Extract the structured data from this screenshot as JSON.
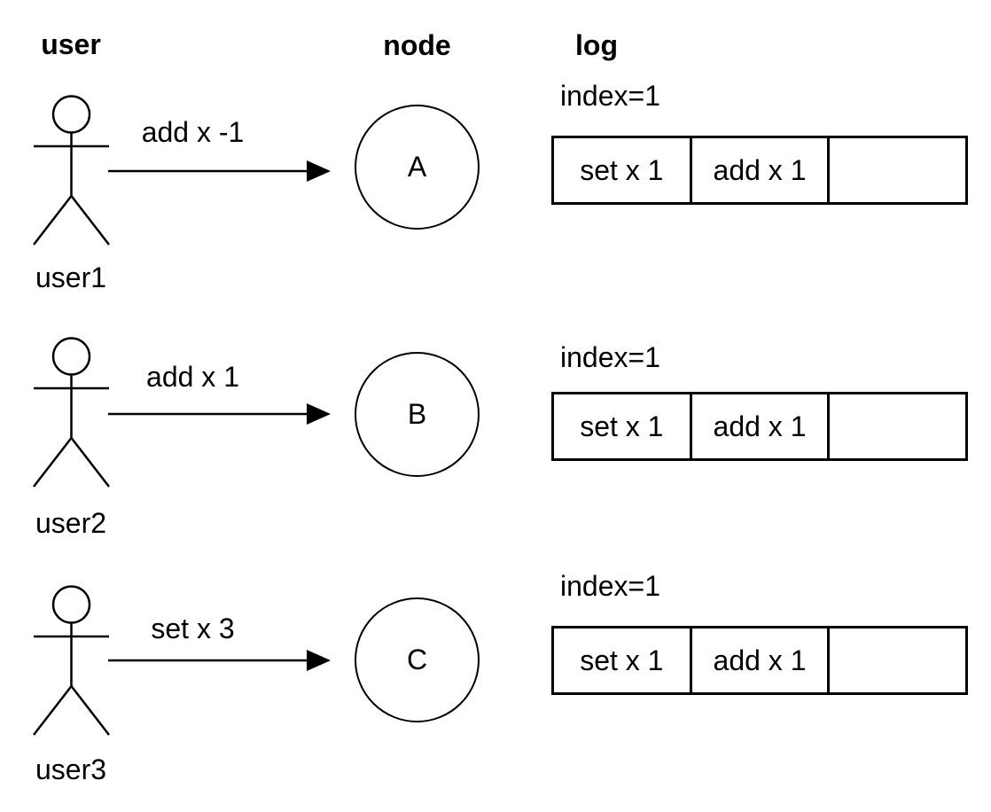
{
  "colors": {
    "ink": "#000000",
    "background": "#ffffff"
  },
  "headers": {
    "user": "user",
    "node": "node",
    "log": "log"
  },
  "rows": [
    {
      "user_label": "user1",
      "message": "add x -1",
      "node_label": "A",
      "log_index": "index=1",
      "log_cells": [
        "set x 1",
        "add x 1",
        ""
      ]
    },
    {
      "user_label": "user2",
      "message": "add x 1",
      "node_label": "B",
      "log_index": "index=1",
      "log_cells": [
        "set x 1",
        "add x 1",
        ""
      ]
    },
    {
      "user_label": "user3",
      "message": "set x 3",
      "node_label": "C",
      "log_index": "index=1",
      "log_cells": [
        "set x 1",
        "add x 1",
        ""
      ]
    }
  ]
}
